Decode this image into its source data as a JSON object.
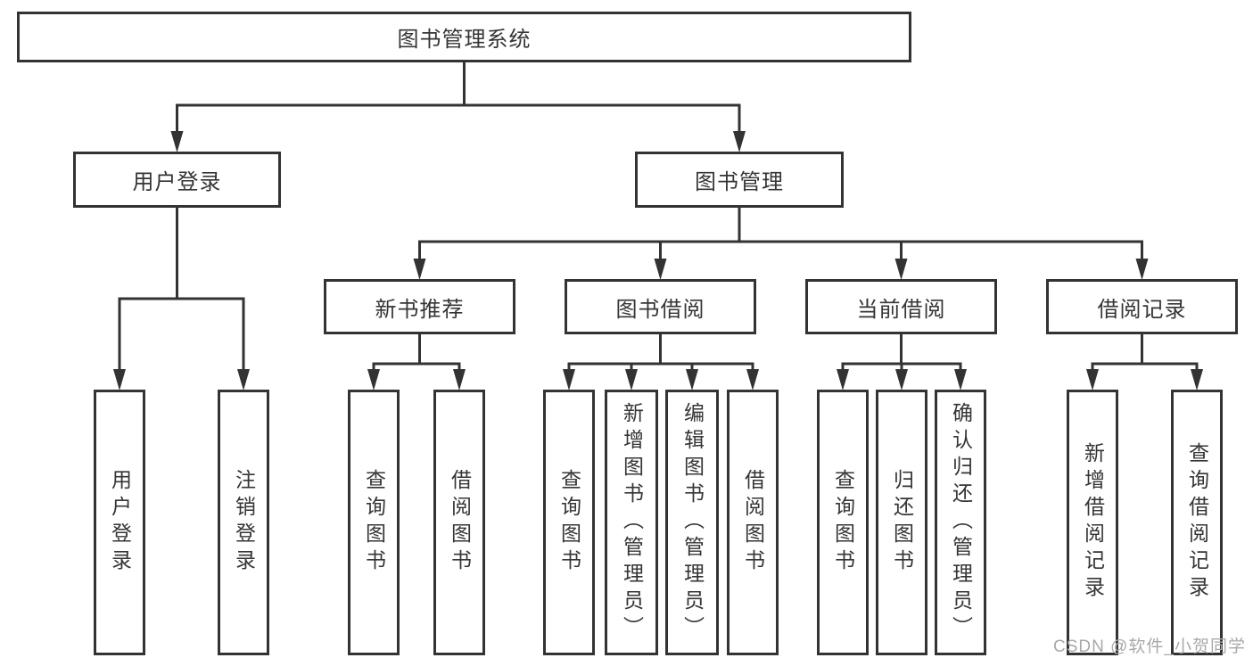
{
  "diagram_title": "图书管理系统",
  "watermark": "CSDN @软件_小贺同学",
  "colors": {
    "line": "#333333",
    "text": "#353535",
    "background": "#ffffff",
    "watermark": "#a9a9a9"
  },
  "nodes": {
    "root": {
      "label": "图书管理系统"
    },
    "user_login": {
      "label": "用户登录"
    },
    "book_mgmt": {
      "label": "图书管理"
    },
    "new_book_rec": {
      "label": "新书推荐"
    },
    "book_borrow": {
      "label": "图书借阅"
    },
    "current_borrow": {
      "label": "当前借阅"
    },
    "borrow_records": {
      "label": "借阅记录"
    },
    "leaf_user_login": {
      "label": "用户登录"
    },
    "leaf_logout": {
      "label": "注销登录"
    },
    "leaf_query_book_1": {
      "label": "查询图书"
    },
    "leaf_borrow_book_1": {
      "label": "借阅图书"
    },
    "leaf_query_book_2": {
      "label": "查询图书"
    },
    "leaf_add_book": {
      "label": "新增图书（管理员）"
    },
    "leaf_edit_book": {
      "label": "编辑图书（管理员）"
    },
    "leaf_borrow_book_2": {
      "label": "借阅图书"
    },
    "leaf_query_book_3": {
      "label": "查询图书"
    },
    "leaf_return_book": {
      "label": "归还图书"
    },
    "leaf_confirm_return": {
      "label": "确认归还（管理员）"
    },
    "leaf_add_borrow_record": {
      "label": "新增借阅记录"
    },
    "leaf_query_borrow_record": {
      "label": "查询借阅记录"
    }
  },
  "edges": [
    {
      "parent": "root",
      "children": [
        "user_login",
        "book_mgmt"
      ]
    },
    {
      "parent": "user_login",
      "children": [
        "leaf_user_login",
        "leaf_logout"
      ]
    },
    {
      "parent": "book_mgmt",
      "children": [
        "new_book_rec",
        "book_borrow",
        "current_borrow",
        "borrow_records"
      ]
    },
    {
      "parent": "new_book_rec",
      "children": [
        "leaf_query_book_1",
        "leaf_borrow_book_1"
      ]
    },
    {
      "parent": "book_borrow",
      "children": [
        "leaf_query_book_2",
        "leaf_add_book",
        "leaf_edit_book",
        "leaf_borrow_book_2"
      ]
    },
    {
      "parent": "current_borrow",
      "children": [
        "leaf_query_book_3",
        "leaf_return_book",
        "leaf_confirm_return"
      ]
    },
    {
      "parent": "borrow_records",
      "children": [
        "leaf_add_borrow_record",
        "leaf_query_borrow_record"
      ]
    }
  ]
}
